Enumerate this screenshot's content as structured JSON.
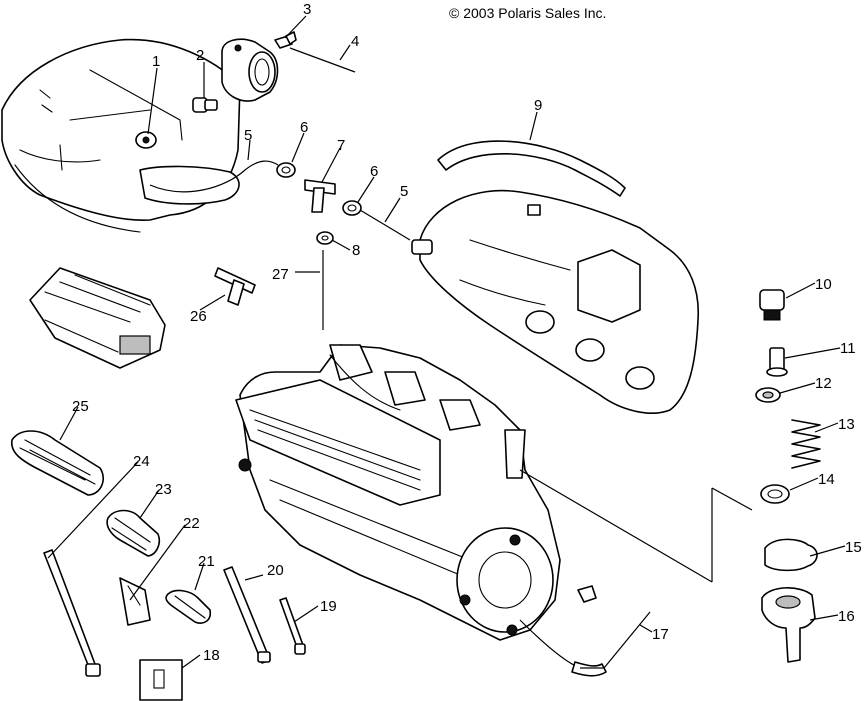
{
  "copyright": "© 2003 Polaris Sales Inc.",
  "callouts": [
    "1",
    "2",
    "3",
    "4",
    "5",
    "5",
    "6",
    "6",
    "7",
    "8",
    "9",
    "10",
    "11",
    "12",
    "13",
    "14",
    "15",
    "16",
    "17",
    "18",
    "19",
    "20",
    "21",
    "22",
    "23",
    "24",
    "25",
    "26",
    "27"
  ]
}
